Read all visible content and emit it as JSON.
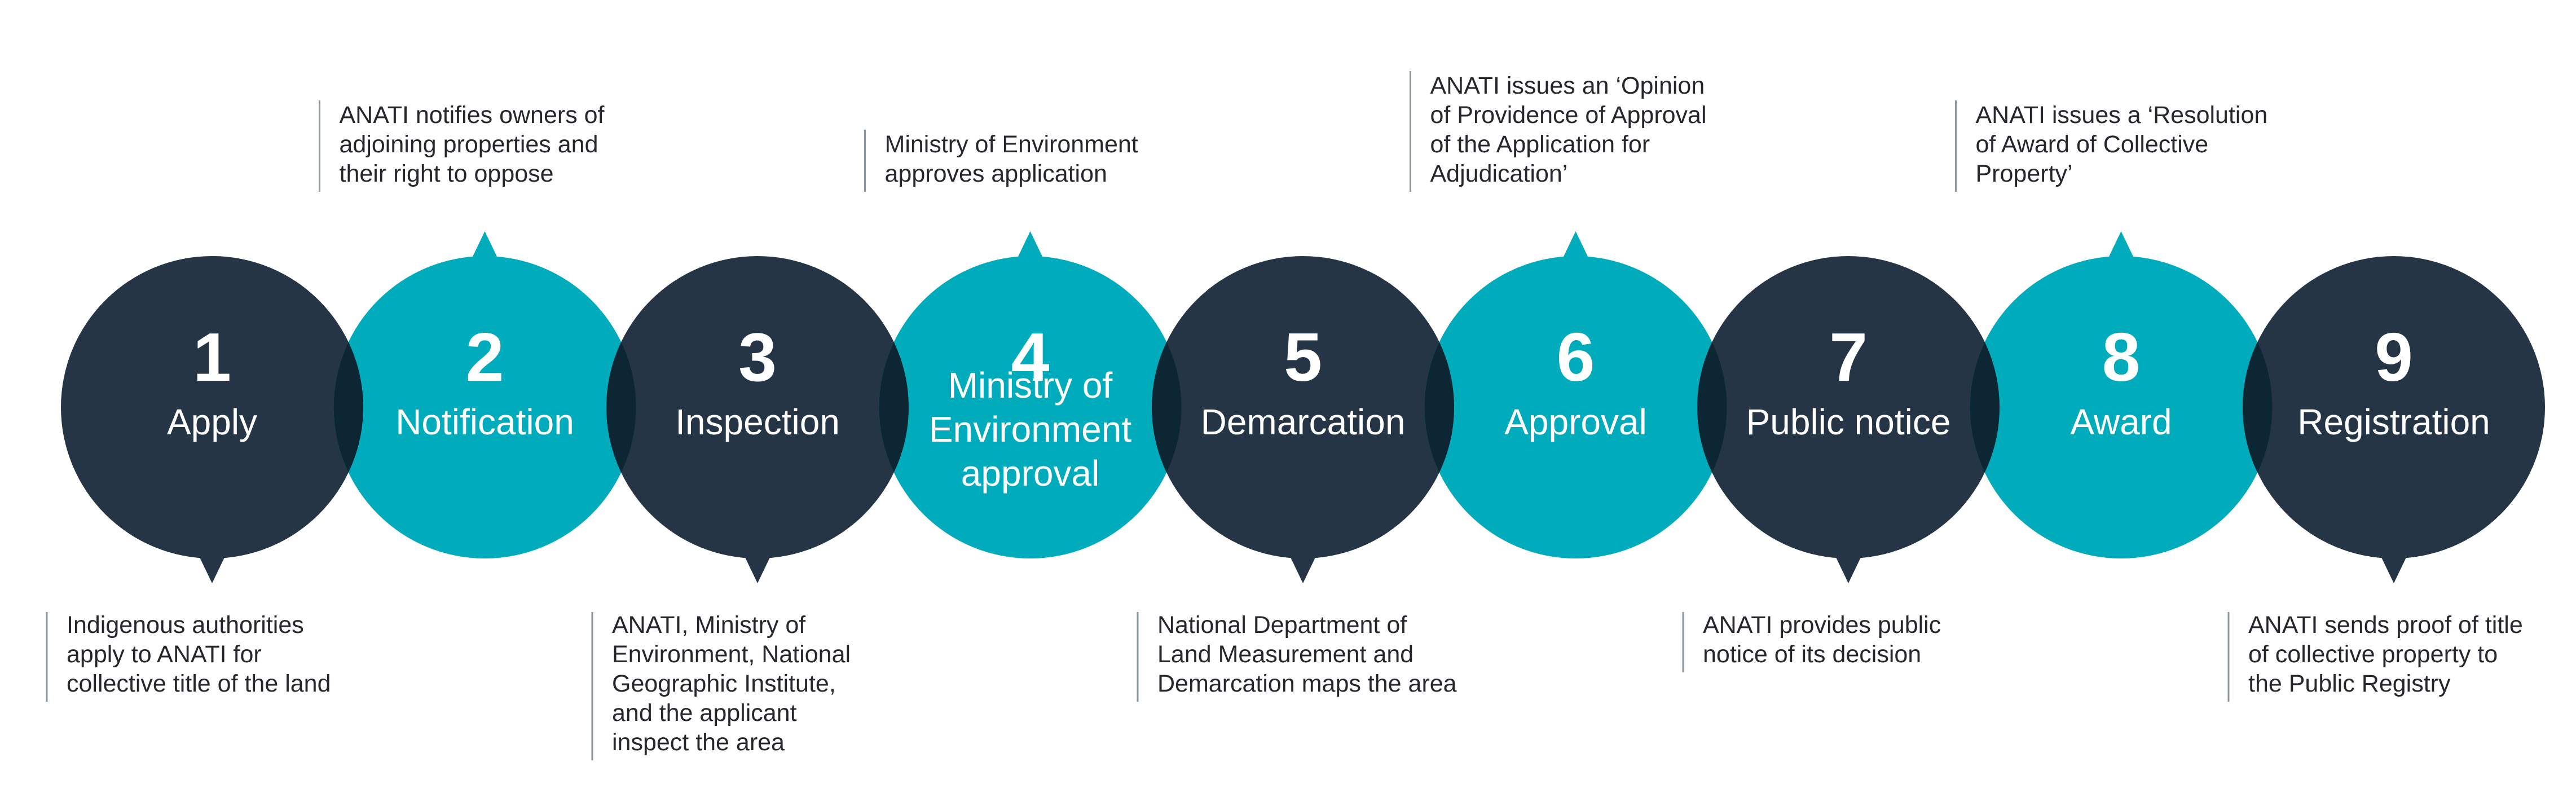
{
  "colors": {
    "dark": "#253545",
    "teal": "#00abbb",
    "overlap": "#0d2634",
    "rule": "#8a959c",
    "text": "#26262d"
  },
  "steps": [
    {
      "number": "1",
      "label": [
        "Apply"
      ],
      "color": "dark",
      "pointer": "down",
      "description": [
        "Indigenous authorities",
        "apply to ANATI for",
        "collective title of the land"
      ]
    },
    {
      "number": "2",
      "label": [
        "Notification"
      ],
      "color": "teal",
      "pointer": "up",
      "description": [
        "ANATI notifies owners of",
        "adjoining properties and",
        "their right to oppose"
      ]
    },
    {
      "number": "3",
      "label": [
        "Inspection"
      ],
      "color": "dark",
      "pointer": "down",
      "description": [
        "ANATI, Ministry of",
        "Environment, National",
        "Geographic Institute,",
        "and the applicant",
        "inspect the area"
      ]
    },
    {
      "number": "4",
      "label": [
        "Ministry of",
        "Environment",
        "approval"
      ],
      "color": "teal",
      "pointer": "up",
      "description": [
        "Ministry of Environment",
        "approves application"
      ]
    },
    {
      "number": "5",
      "label": [
        "Demarcation"
      ],
      "color": "dark",
      "pointer": "down",
      "description": [
        "National Department of",
        "Land Measurement and",
        "Demarcation maps the area"
      ]
    },
    {
      "number": "6",
      "label": [
        "Approval"
      ],
      "color": "teal",
      "pointer": "up",
      "description": [
        "ANATI issues an ‘Opinion",
        "of Providence of Approval",
        "of the Application for",
        "Adjudication’"
      ]
    },
    {
      "number": "7",
      "label": [
        "Public notice"
      ],
      "color": "dark",
      "pointer": "down",
      "description": [
        "ANATI provides public",
        "notice of its decision"
      ]
    },
    {
      "number": "8",
      "label": [
        "Award"
      ],
      "color": "teal",
      "pointer": "up",
      "description": [
        "ANATI issues a ‘Resolution",
        "of Award of Collective",
        "Property’"
      ]
    },
    {
      "number": "9",
      "label": [
        "Registration"
      ],
      "color": "dark",
      "pointer": "down",
      "description": [
        "ANATI sends proof of title",
        "of collective property to",
        "the Public Registry"
      ]
    }
  ]
}
